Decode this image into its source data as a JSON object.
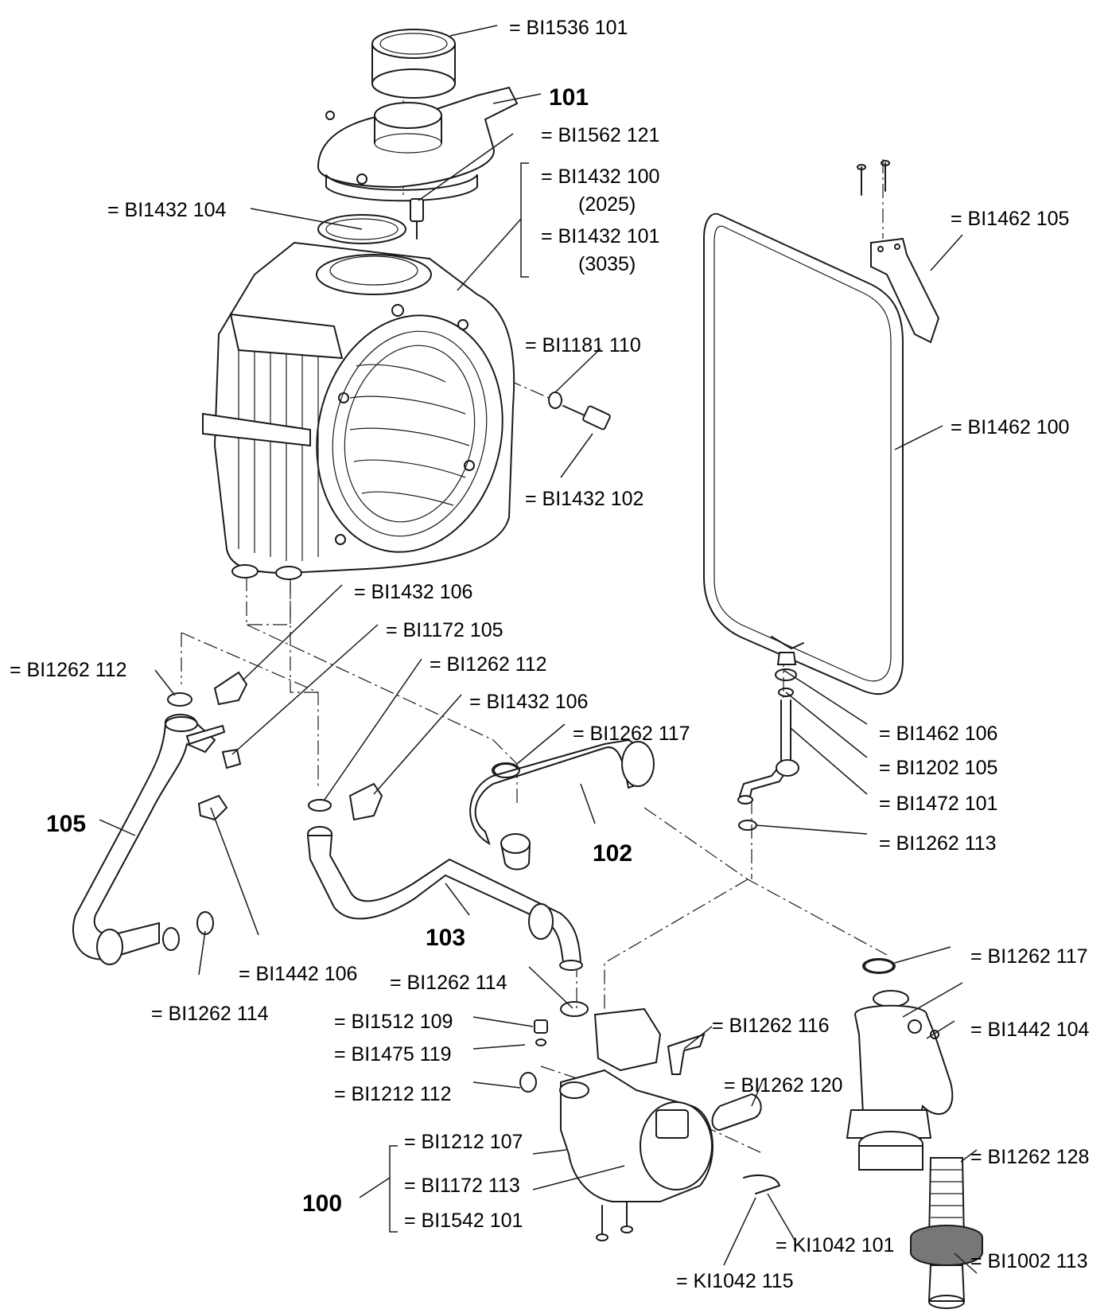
{
  "labels": {
    "bi1536_101": "= BI1536 101",
    "bi1562_121": "= BI1562 121",
    "bi1432_100": "= BI1432 100",
    "v2025": "(2025)",
    "bi1432_101": "= BI1432 101",
    "v3035": "(3035)",
    "bi1432_104": "= BI1432 104",
    "bi1462_105": "= BI1462 105",
    "bi1181_110": "= BI1181 110",
    "bi1462_100": "= BI1462 100",
    "bi1432_102": "= BI1432 102",
    "bi1432_106_a": "= BI1432 106",
    "bi1172_105": "= BI1172 105",
    "bi1262_112_a": "= BI1262 112",
    "bi1262_112_b": "= BI1262 112",
    "bi1432_106_b": "= BI1432 106",
    "bi1262_117_a": "= BI1262 117",
    "bi1462_106": "= BI1462 106",
    "bi1202_105": "= BI1202 105",
    "bi1472_101": "= BI1472 101",
    "bi1262_113": "= BI1262 113",
    "bi1442_106": "= BI1442 106",
    "bi1262_114_a": "= BI1262 114",
    "bi1262_117_b": "= BI1262 117",
    "bi1262_114_b": "= BI1262 114",
    "bi1512_109": "= BI1512 109",
    "bi1262_116": "= BI1262 116",
    "bi1442_104": "= BI1442 104",
    "bi1475_119": "= BI1475 119",
    "bi1262_120": "= BI1262 120",
    "bi1212_112": "= BI1212 112",
    "bi1212_107": "= BI1212 107",
    "bi1262_128": "= BI1262 128",
    "bi1172_113": "= BI1172 113",
    "bi1542_101": "= BI1542 101",
    "ki1042_101": "= KI1042 101",
    "bi1002_113": "= BI1002 113",
    "ki1042_115": "= KI1042 115"
  },
  "groups": {
    "g101": "101",
    "g105": "105",
    "g102": "102",
    "g103": "103",
    "g100": "100"
  }
}
